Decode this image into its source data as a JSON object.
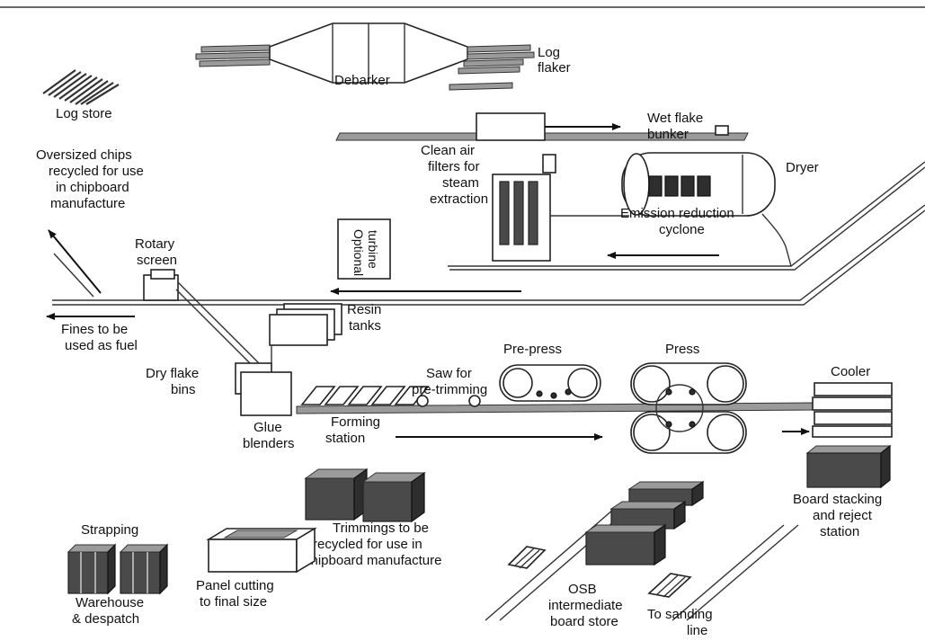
{
  "labels": {
    "debarker": "Debarker",
    "log_flaker_1": "Log",
    "log_flaker_2": "flaker",
    "log_store": "Log store",
    "wet_flake_1": "Wet flake",
    "wet_flake_2": "bunker",
    "clean_air_1": "Clean air",
    "clean_air_2": "filters for",
    "clean_air_3": "steam",
    "clean_air_4": "extraction",
    "dryer": "Dryer",
    "oversized_1": "Oversized chips",
    "oversized_2": "recycled for use",
    "oversized_3": "in chipboard",
    "oversized_4": "manufacture",
    "optional_turbine_1": "Optional",
    "optional_turbine_2": "turbine",
    "emission_1": "Emission reduction",
    "emission_2": "cyclone",
    "rotary_1": "Rotary",
    "rotary_2": "screen",
    "resin_1": "Resin",
    "resin_2": "tanks",
    "fines_1": "Fines to be",
    "fines_2": "used as fuel",
    "pre_press": "Pre-press",
    "press": "Press",
    "dry_flake_1": "Dry flake",
    "dry_flake_2": "bins",
    "saw_1": "Saw for",
    "saw_2": "pre-trimming",
    "cooler": "Cooler",
    "glue_1": "Glue",
    "glue_2": "blenders",
    "forming_1": "Forming",
    "forming_2": "station",
    "stacking_1": "Board stacking",
    "stacking_2": "and reject",
    "stacking_3": "station",
    "strapping": "Strapping",
    "trimmings_1": "Trimmings to be",
    "trimmings_2": "recycled for use in",
    "trimmings_3": "chipboard manufacture",
    "panel_1": "Panel cutting",
    "panel_2": "to final size",
    "warehouse_1": "Warehouse",
    "warehouse_2": "& despatch",
    "osb_1": "OSB",
    "osb_2": "intermediate",
    "osb_3": "board store",
    "sanding_1": "To sanding",
    "sanding_2": "line"
  }
}
